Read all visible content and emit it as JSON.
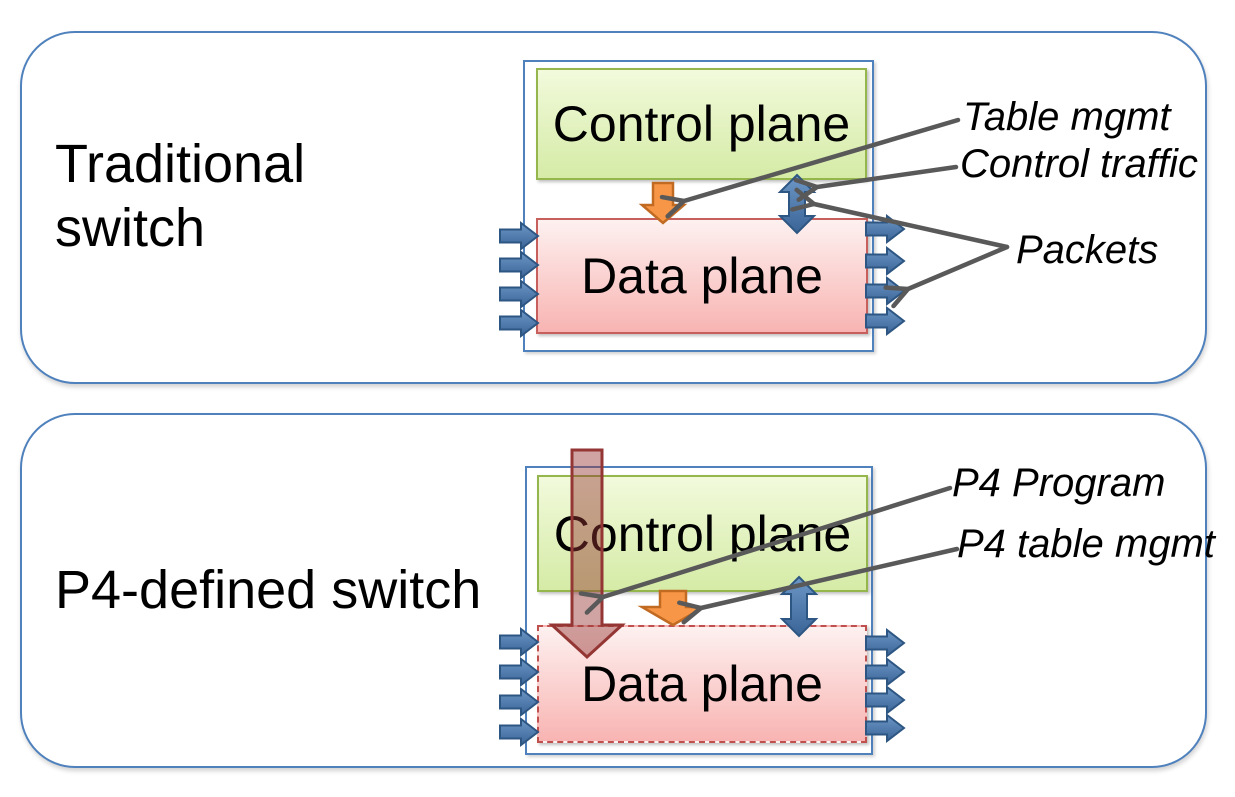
{
  "top_panel": {
    "title": "Traditional switch",
    "control_plane_label": "Control plane",
    "data_plane_label": "Data plane",
    "annotations": {
      "table_mgmt": "Table mgmt",
      "control_traffic": "Control traffic",
      "packets": "Packets"
    }
  },
  "bottom_panel": {
    "title": "P4-defined switch",
    "control_plane_label": "Control plane",
    "data_plane_label": "Data plane",
    "annotations": {
      "p4_program": "P4 Program",
      "p4_table_mgmt": "P4 table mgmt"
    }
  },
  "colors": {
    "panel_border": "#4f81bd",
    "inner_box_border": "#4f81bd",
    "control_plane_fill_top": "#f2fadc",
    "control_plane_fill_bottom": "#d5eba6",
    "control_plane_border": "#94b64d",
    "data_plane_fill_top": "#fdf1f0",
    "data_plane_fill_bottom": "#f8b4b2",
    "data_plane_border_solid": "#c75f5c",
    "data_plane_border_dashed": "#c0504d",
    "packet_arrow_fill": "#4576ad",
    "packet_arrow_border": "#2d5683",
    "table_mgmt_arrow_fill": "#f79646",
    "table_mgmt_arrow_border": "#c16a22",
    "p4_program_arrow_fill": "rgba(148,54,52,0.45)",
    "p4_program_arrow_border": "#943634",
    "annotation_line": "#595959",
    "text": "#000000"
  }
}
